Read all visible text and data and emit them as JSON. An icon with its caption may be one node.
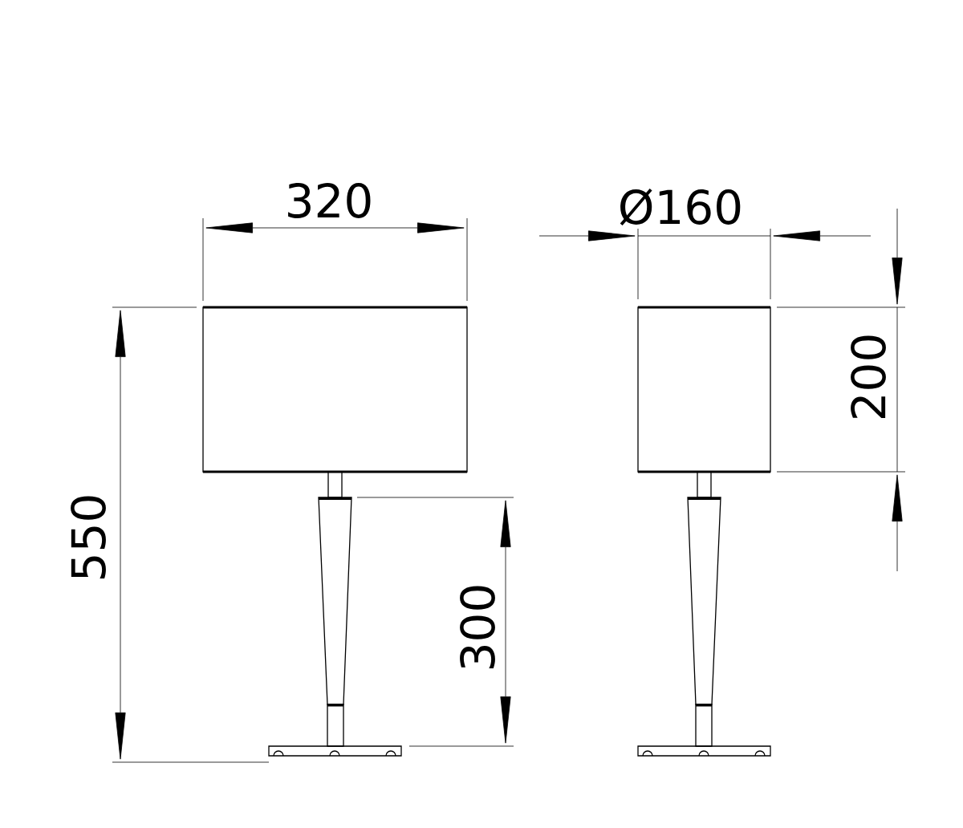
{
  "diagram": {
    "labels": [
      "320",
      "Ø160",
      "200",
      "550",
      "300"
    ]
  }
}
